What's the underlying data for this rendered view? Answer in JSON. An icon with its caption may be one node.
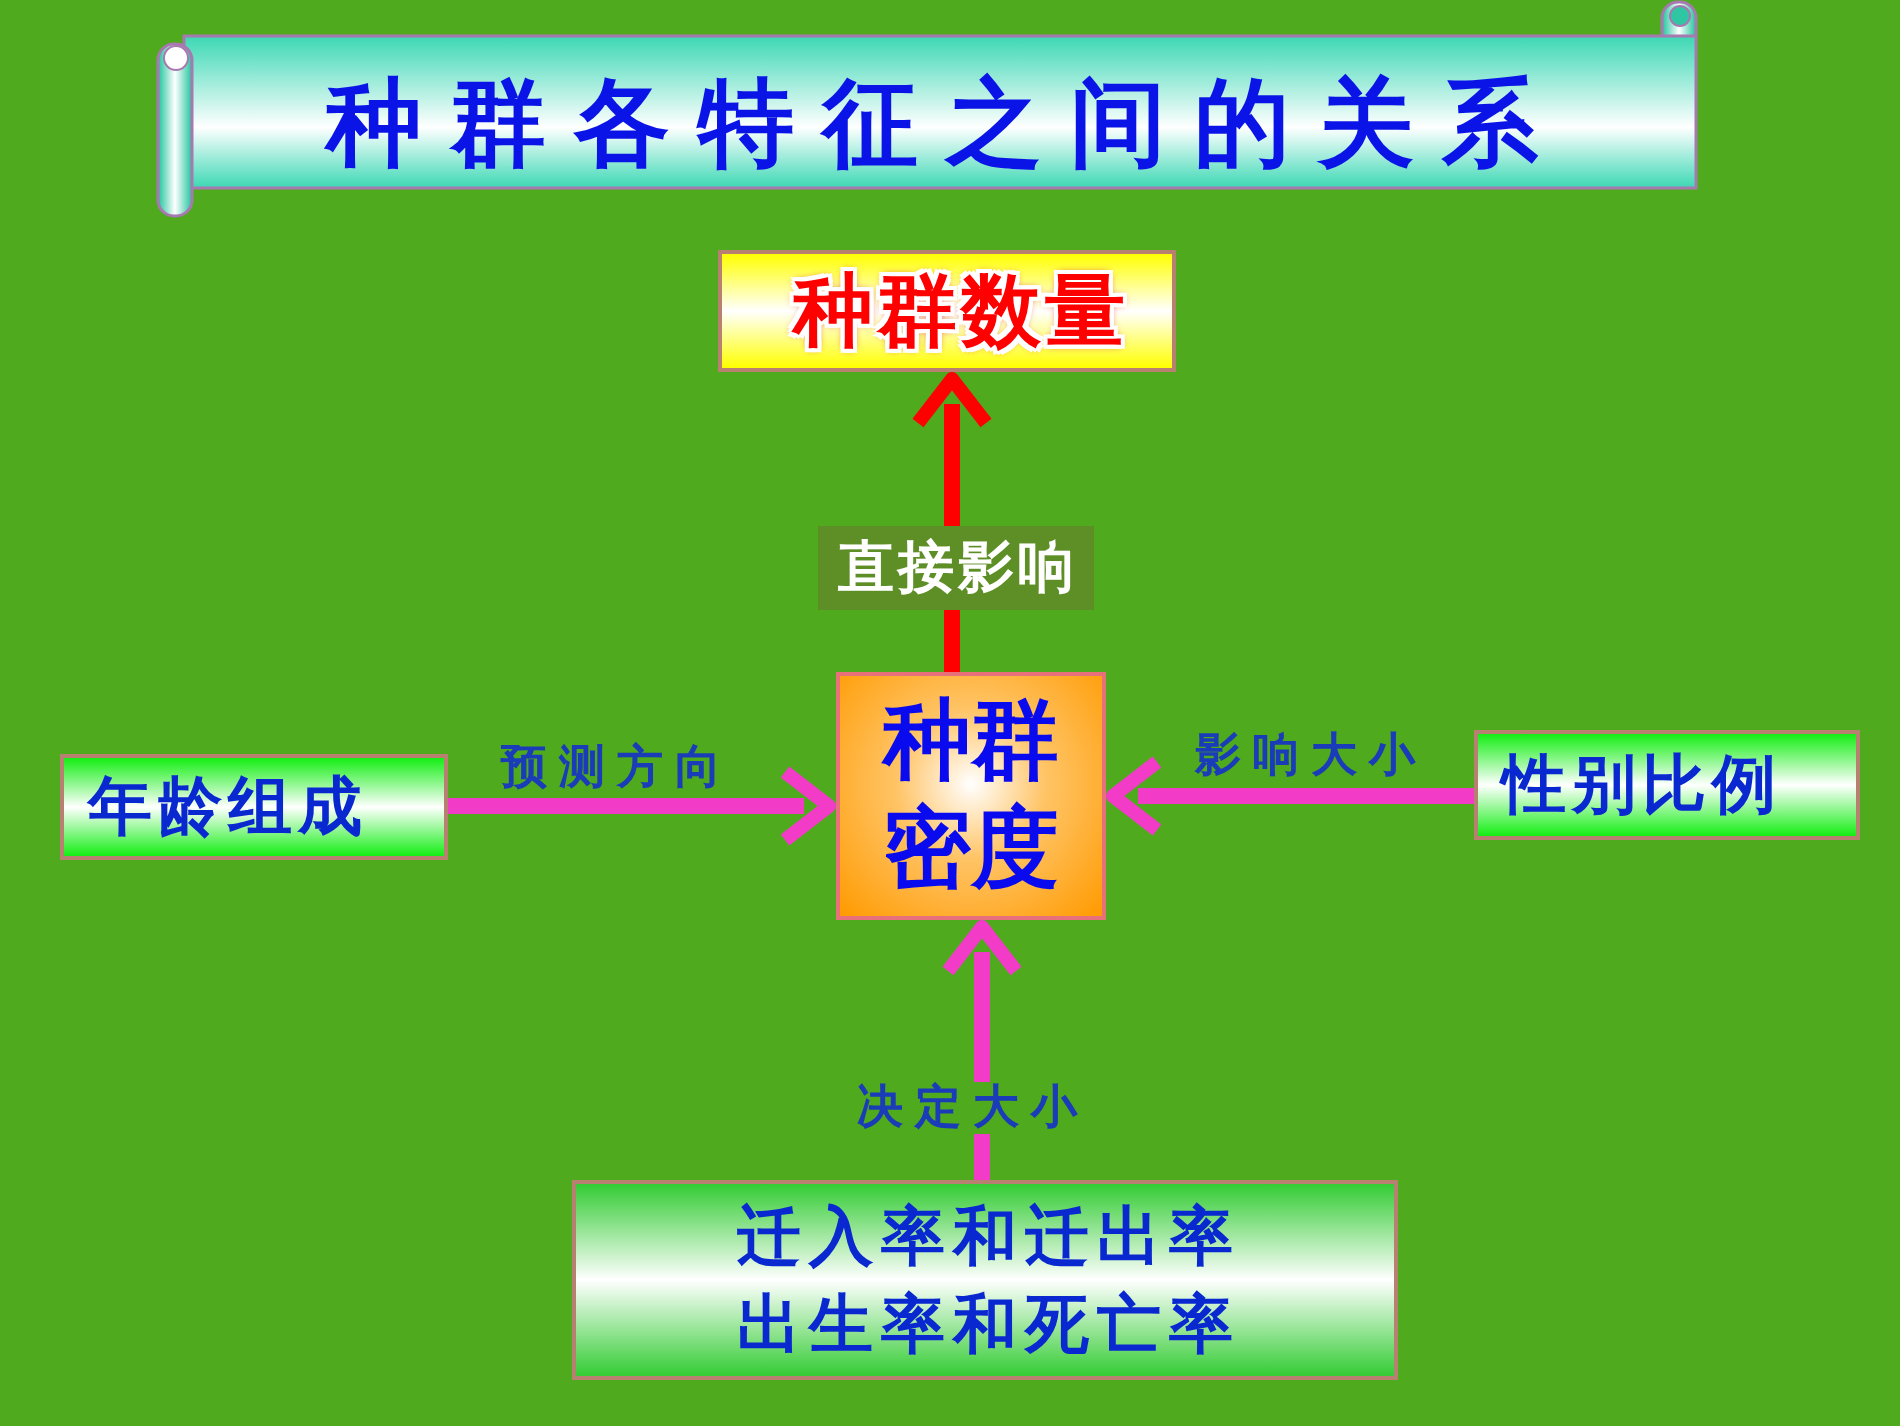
{
  "diagram": {
    "title": "种群各特征之间的关系",
    "nodes": [
      {
        "text": [
          "种群数量"
        ]
      },
      {
        "text": [
          "年龄组成"
        ]
      },
      {
        "text": [
          "种群密度"
        ]
      },
      {
        "text": [
          "性别比例"
        ]
      },
      {
        "text": [
          "迁入率和迁出率",
          "出生率和死亡率"
        ]
      }
    ],
    "edges": [
      {
        "from": 2,
        "to": 0,
        "arrow": "to",
        "label": "直接影响",
        "color": "#ff0000"
      },
      {
        "from": 1,
        "to": 2,
        "arrow": "to",
        "label": "预测方向"
      },
      {
        "from": 3,
        "to": 2,
        "arrow": "to",
        "label": "影响大小"
      },
      {
        "from": 4,
        "to": 2,
        "arrow": "to",
        "label": "决定大小"
      }
    ]
  }
}
